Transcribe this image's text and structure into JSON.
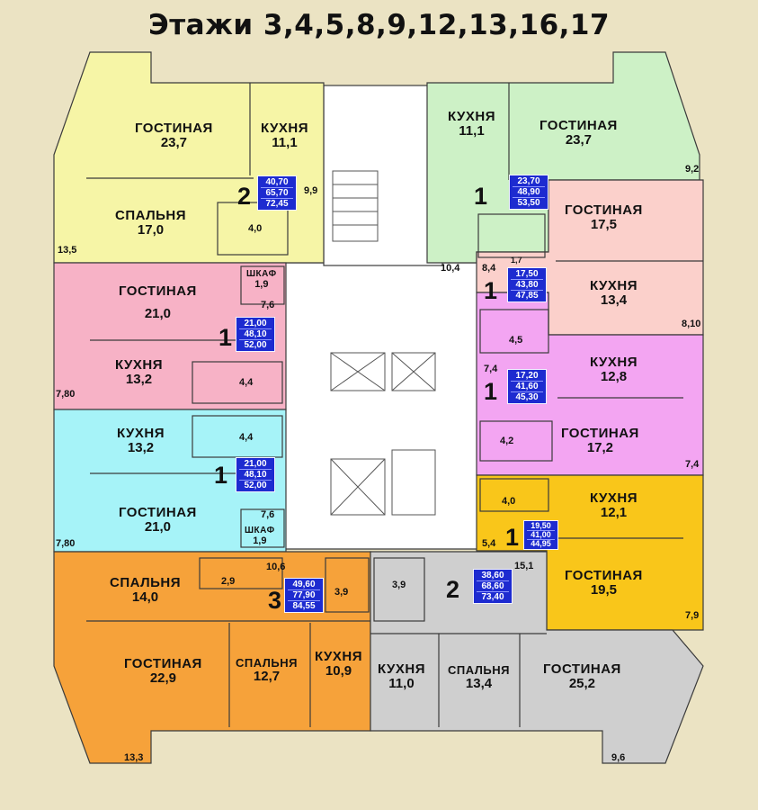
{
  "title": "Этажи 3,4,5,8,9,12,13,16,17",
  "colors": {
    "yellow_apartment": "#f6f5a6",
    "green_apartment": "#cdf1c6",
    "pink_apartment": "#f7b2c6",
    "peach_apartment": "#fbd0cb",
    "magenta_apartment": "#f3a5f2",
    "cyan_apartment": "#a6f3f8",
    "gold_apartment": "#f9c61a",
    "orange_apartment": "#f6a23a",
    "gray_apartment": "#cfcfcf",
    "core": "#ffffff",
    "badge": "#1d2bd0"
  },
  "apartments": [
    {
      "rooms": "2",
      "area": [
        "40,70",
        "65,70",
        "72,45"
      ],
      "spaces": [
        {
          "name": "ГОСТИНАЯ",
          "area": "23,7"
        },
        {
          "name": "КУХНЯ",
          "area": "11,1"
        },
        {
          "name": "СПАЛЬНЯ",
          "area": "17,0"
        }
      ],
      "small": [
        "4,0",
        "9,9",
        "13,5"
      ]
    },
    {
      "rooms": "1",
      "area": [
        "23,70",
        "48,90",
        "53,50"
      ],
      "spaces": [
        {
          "name": "КУХНЯ",
          "area": "11,1"
        },
        {
          "name": "ГОСТИНАЯ",
          "area": "23,7"
        }
      ],
      "small": [
        "9,2",
        "10,4"
      ]
    },
    {
      "rooms": "1",
      "area": [
        "21,00",
        "48,10",
        "52,00"
      ],
      "spaces": [
        {
          "name": "ГОСТИНАЯ",
          "area": "21,0"
        },
        {
          "name": "КУХНЯ",
          "area": "13,2"
        },
        {
          "name": "ШКАФ",
          "area": "1,9"
        }
      ],
      "small": [
        "7,6",
        "4,4",
        "7,80"
      ]
    },
    {
      "rooms": "1",
      "area": [
        "17,50",
        "43,80",
        "47,85"
      ],
      "spaces": [
        {
          "name": "ГОСТИНАЯ",
          "area": "17,5"
        },
        {
          "name": "КУХНЯ",
          "area": "13,4"
        }
      ],
      "small": [
        "8,4",
        "1,7",
        "4,5",
        "8,10"
      ]
    },
    {
      "rooms": "1",
      "area": [
        "17,20",
        "41,60",
        "45,30"
      ],
      "spaces": [
        {
          "name": "КУХНЯ",
          "area": "12,8"
        },
        {
          "name": "ГОСТИНАЯ",
          "area": "17,2"
        }
      ],
      "small": [
        "7,4",
        "4,2",
        "7,4"
      ]
    },
    {
      "rooms": "1",
      "area": [
        "21,00",
        "48,10",
        "52,00"
      ],
      "spaces": [
        {
          "name": "КУХНЯ",
          "area": "13,2"
        },
        {
          "name": "ГОСТИНАЯ",
          "area": "21,0"
        },
        {
          "name": "ШКАФ",
          "area": "1,9"
        }
      ],
      "small": [
        "4,4",
        "7,6",
        "7,80"
      ]
    },
    {
      "rooms": "1",
      "area": [
        "19,50",
        "41,00",
        "44,95"
      ],
      "spaces": [
        {
          "name": "КУХНЯ",
          "area": "12,1"
        },
        {
          "name": "ГОСТИНАЯ",
          "area": "19,5"
        }
      ],
      "small": [
        "4,0",
        "5,4",
        "15,1",
        "7,9"
      ]
    },
    {
      "rooms": "3",
      "area": [
        "49,60",
        "77,90",
        "84,55"
      ],
      "spaces": [
        {
          "name": "СПАЛЬНЯ",
          "area": "14,0"
        },
        {
          "name": "ГОСТИНАЯ",
          "area": "22,9"
        },
        {
          "name": "СПАЛЬНЯ",
          "area": "12,7"
        },
        {
          "name": "КУХНЯ",
          "area": "10,9"
        }
      ],
      "small": [
        "2,9",
        "10,6",
        "3,9",
        "13,3"
      ]
    },
    {
      "rooms": "2",
      "area": [
        "38,60",
        "68,60",
        "73,40"
      ],
      "spaces": [
        {
          "name": "КУХНЯ",
          "area": "11,0"
        },
        {
          "name": "СПАЛЬНЯ",
          "area": "13,4"
        },
        {
          "name": "ГОСТИНАЯ",
          "area": "25,2"
        }
      ],
      "small": [
        "3,9",
        "9,6"
      ]
    }
  ]
}
